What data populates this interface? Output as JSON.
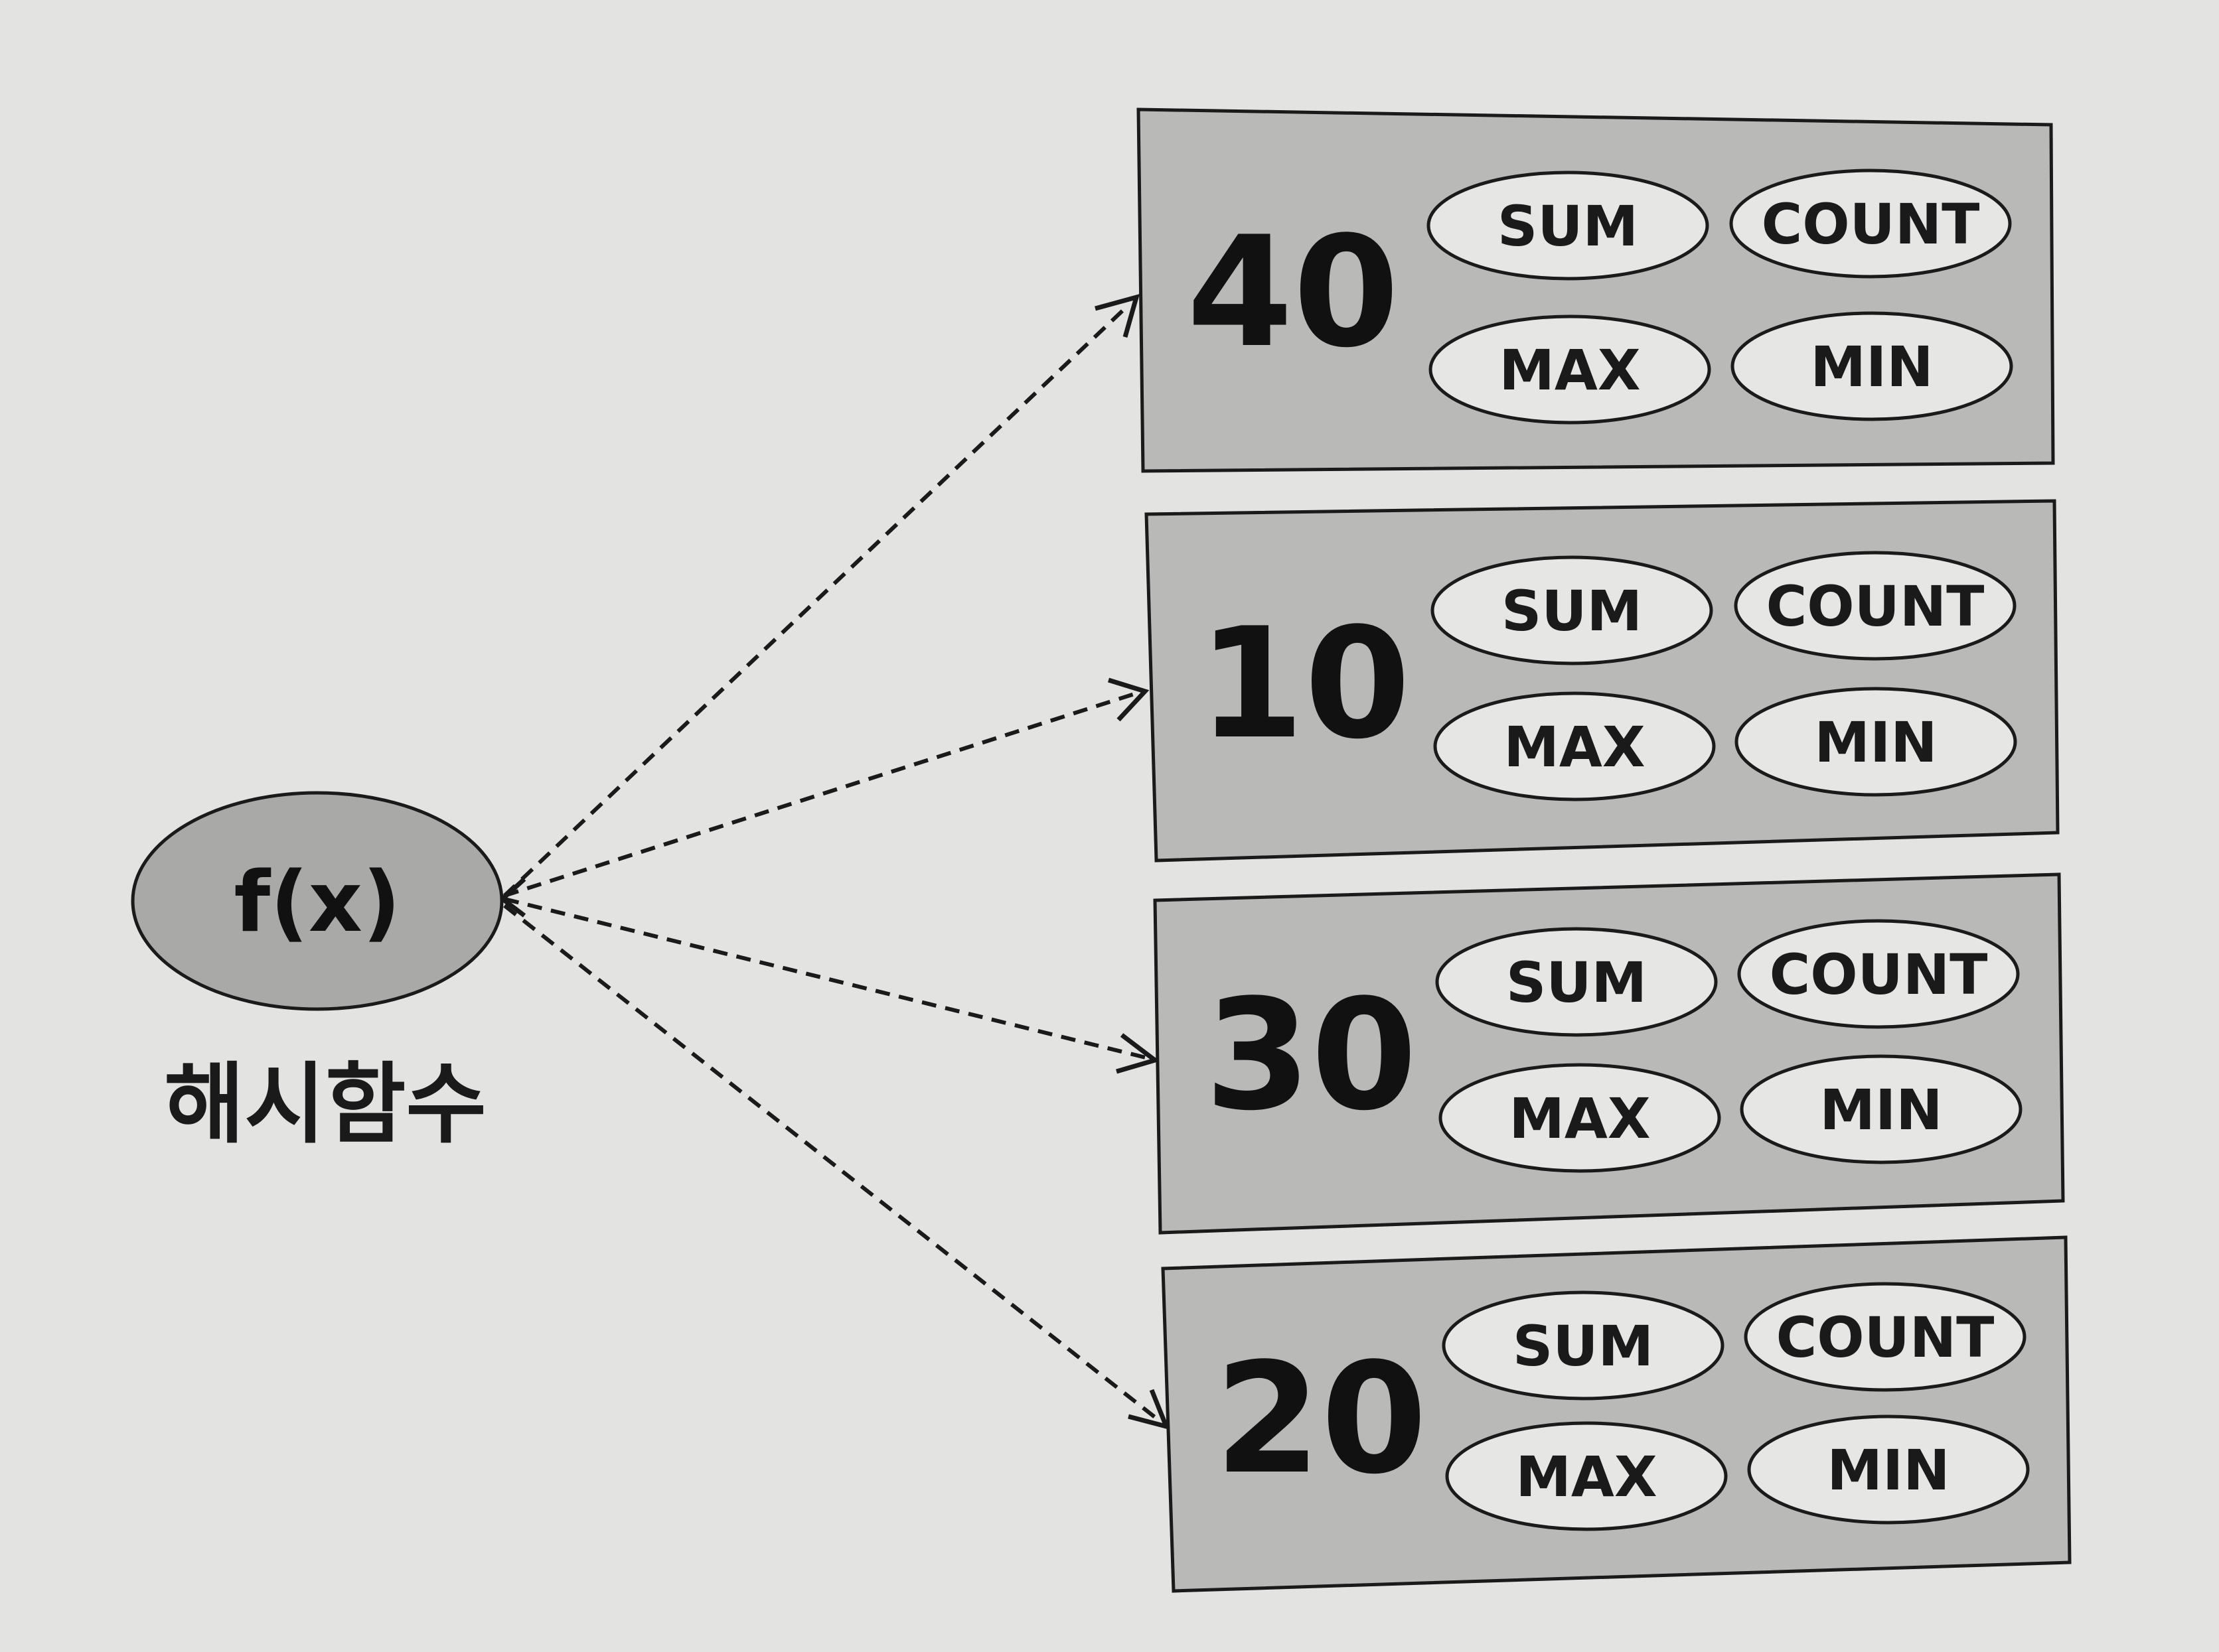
{
  "hash_function": {
    "symbol": "f(x)",
    "label": "해시함수"
  },
  "buckets": [
    {
      "key": "40",
      "aggregates": [
        "SUM",
        "COUNT",
        "MAX",
        "MIN"
      ]
    },
    {
      "key": "10",
      "aggregates": [
        "SUM",
        "COUNT",
        "MAX",
        "MIN"
      ]
    },
    {
      "key": "30",
      "aggregates": [
        "SUM",
        "COUNT",
        "MAX",
        "MIN"
      ]
    },
    {
      "key": "20",
      "aggregates": [
        "SUM",
        "COUNT",
        "MAX",
        "MIN"
      ]
    }
  ]
}
